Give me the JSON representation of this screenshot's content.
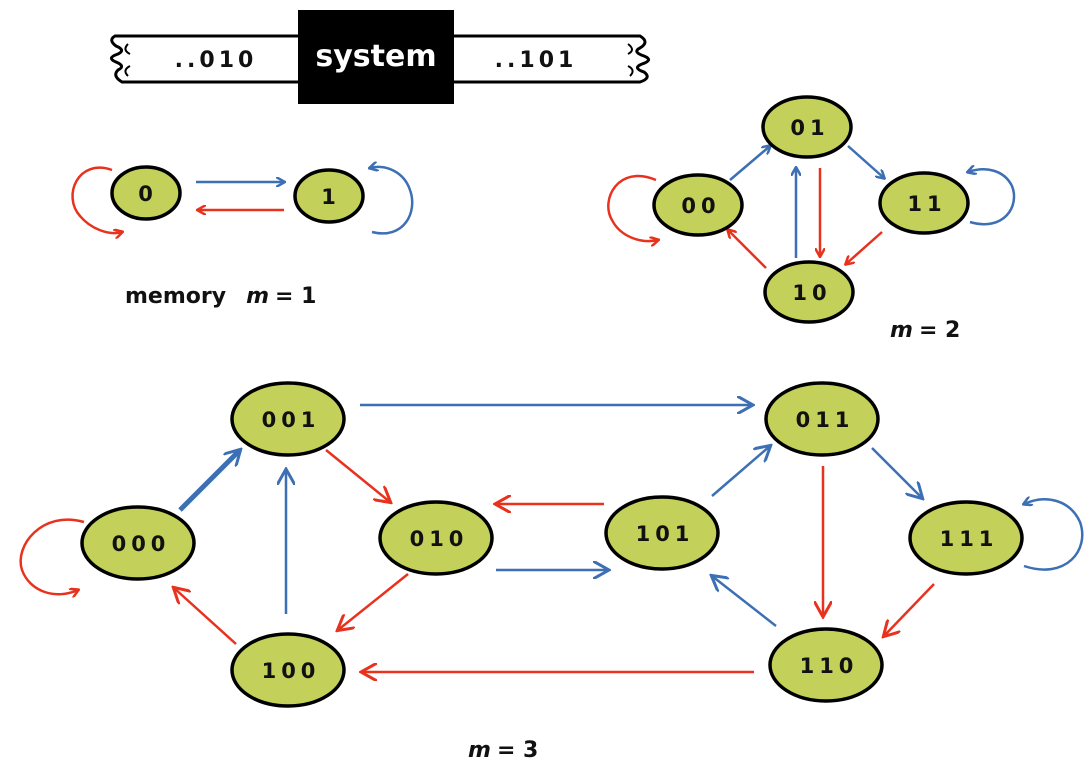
{
  "tape": {
    "input": "..010",
    "system": "system",
    "output": "..101"
  },
  "m1": {
    "label_prefix": "memory",
    "label_m": "m",
    "label_eq": "= 1",
    "nodes": [
      "0",
      "1"
    ]
  },
  "m2": {
    "label_m": "m",
    "label_eq": "= 2",
    "nodes": [
      "00",
      "01",
      "11",
      "10"
    ]
  },
  "m3": {
    "label_m": "m",
    "label_eq": "= 3",
    "nodes": [
      "000",
      "001",
      "010",
      "011",
      "101",
      "100",
      "110",
      "111"
    ]
  },
  "colors": {
    "blue": "#3c6fb4",
    "red": "#e8321e",
    "node_fill": "#c3d05a"
  }
}
